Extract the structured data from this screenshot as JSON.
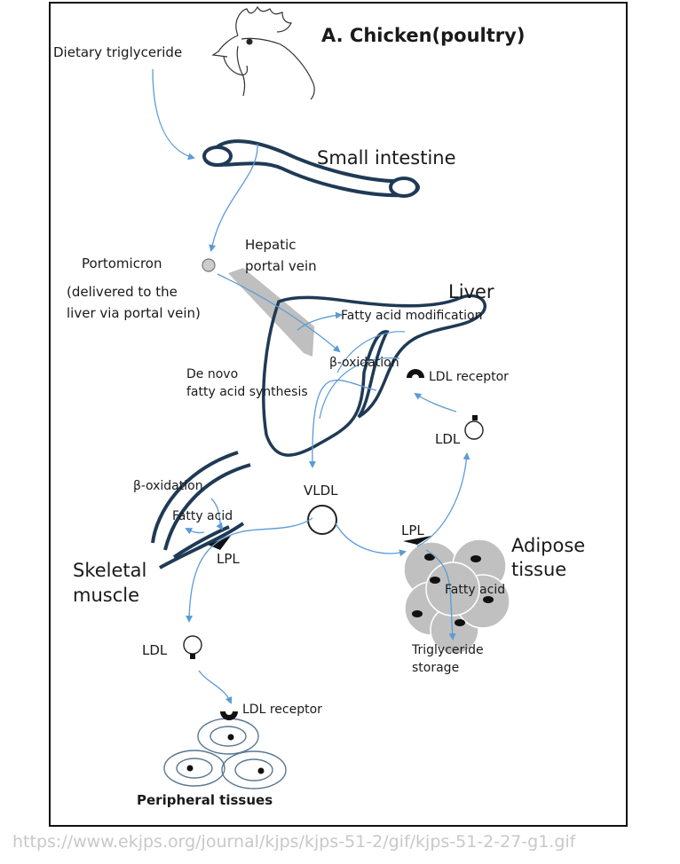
{
  "title": "A. Chicken(poultry)",
  "labels": {
    "dietary": "Dietary triglyceride",
    "small_intestine": "Small intestine",
    "hepatic_1": "Hepatic",
    "hepatic_2": "portal vein",
    "portomicron": "Portomicron",
    "delivered_1": "(delivered to the",
    "delivered_2": "liver via portal vein)",
    "liver": "Liver",
    "fa_mod": "Fatty acid modification",
    "beta_liver": "β-oxidation",
    "denovo_1": "De novo",
    "denovo_2": "fatty acid synthesis",
    "ldl_receptor_liver": "LDL receptor",
    "ldl_right": "LDL",
    "beta_muscle": "β-oxidation",
    "fatty_acid_muscle": "Fatty acid",
    "vldl": "VLDL",
    "lpl_muscle": "LPL",
    "lpl_adipose": "LPL",
    "skeletal_1": "Skeletal",
    "skeletal_2": "muscle",
    "adipose_1": "Adipose",
    "adipose_2": "tissue",
    "fatty_acid_adipose": "Fatty acid",
    "tg_1": "Triglyceride",
    "tg_2": "storage",
    "ldl_left": "LDL",
    "ldl_receptor_periph": "LDL receptor",
    "peripheral": "Peripheral tissues"
  },
  "source": "https://www.ekjps.org/journal/kjps/kjps-51-2/gif/kjps-51-2-27-g1.gif",
  "colors": {
    "arrow": "#5b9bd5",
    "outline": "#1f3a55",
    "vein": "#bfbfbf",
    "cell": "#c0c0c0"
  }
}
